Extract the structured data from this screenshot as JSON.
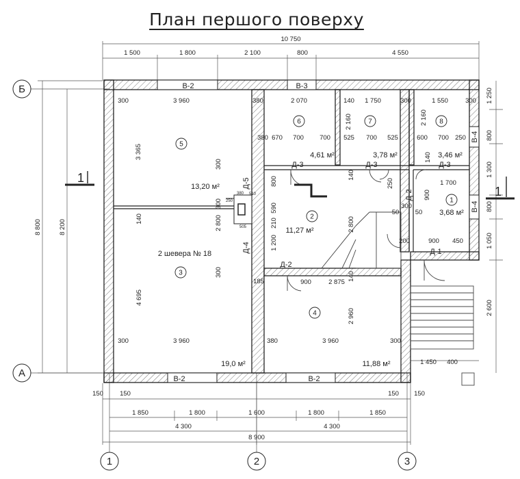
{
  "title": "План першого поверху",
  "dims": {
    "top_overall": "10 750",
    "top": [
      "1 500",
      "1 800",
      "2 100",
      "800",
      "4 550"
    ],
    "bottom_row1": [
      "150",
      "150",
      "150",
      "150"
    ],
    "bottom_row2": [
      "1 850",
      "1 800",
      "1 600",
      "1 800",
      "1 850"
    ],
    "bottom_row3": [
      "4 300",
      "4 300"
    ],
    "bottom_overall": "8 900",
    "left_overall": "8 800",
    "left_inner": "8 200",
    "right": [
      "1 250",
      "800",
      "1 300",
      "800",
      "1 050",
      "2 600"
    ],
    "porch": [
      "1 450",
      "400"
    ],
    "room5": [
      "300",
      "3 960",
      "380",
      "3 365"
    ],
    "room6": [
      "2 070",
      "380",
      "670",
      "700",
      "700"
    ],
    "room7": [
      "140",
      "1 750",
      "2 160",
      "525",
      "700",
      "525"
    ],
    "room8": [
      "300",
      "1 550",
      "300",
      "2 160",
      "600",
      "700",
      "250"
    ],
    "room1": [
      "250",
      "140",
      "1 700",
      "900",
      "300",
      "50",
      "50",
      "200",
      "900",
      "450"
    ],
    "room3": [
      "140",
      "4 695",
      "300",
      "3 960",
      "380",
      "3 960",
      "300"
    ],
    "room4": [
      "900",
      "2 875",
      "140",
      "2 960"
    ],
    "stove": [
      "300",
      "800",
      "300",
      "2 800",
      "1 200",
      "300",
      "185",
      "250",
      "380",
      "510",
      "505",
      "590",
      "210"
    ],
    "room2": [
      "140",
      "2 800",
      "800"
    ]
  },
  "axes": {
    "letters": [
      "Б",
      "А"
    ],
    "numbers": [
      "1",
      "2",
      "3"
    ]
  },
  "windows": {
    "top": [
      "В-2",
      "В-3"
    ],
    "bottom": [
      "В-2",
      "В-2"
    ],
    "right": [
      "В-4",
      "В-4"
    ]
  },
  "doors": [
    "Д-3",
    "Д-3",
    "Д-3",
    "Д-2",
    "Д-2",
    "Д-1",
    "Д-5",
    "Д-4"
  ],
  "rooms": [
    {
      "num": "1",
      "area": "3,68 м²"
    },
    {
      "num": "2",
      "area": "11,27 м²"
    },
    {
      "num": "3",
      "area": "19,0 м²"
    },
    {
      "num": "4",
      "area": "11,88 м²"
    },
    {
      "num": "5",
      "area": "13,20 м²"
    },
    {
      "num": "6",
      "area": "4,61 м²"
    },
    {
      "num": "7",
      "area": "3,78 м²"
    },
    {
      "num": "8",
      "area": "3,46 м²"
    }
  ],
  "note": "2 шевера № 18",
  "section_mark": "1",
  "colors": {
    "ink": "#222222",
    "hatch": "#777777",
    "line": "#444444"
  }
}
